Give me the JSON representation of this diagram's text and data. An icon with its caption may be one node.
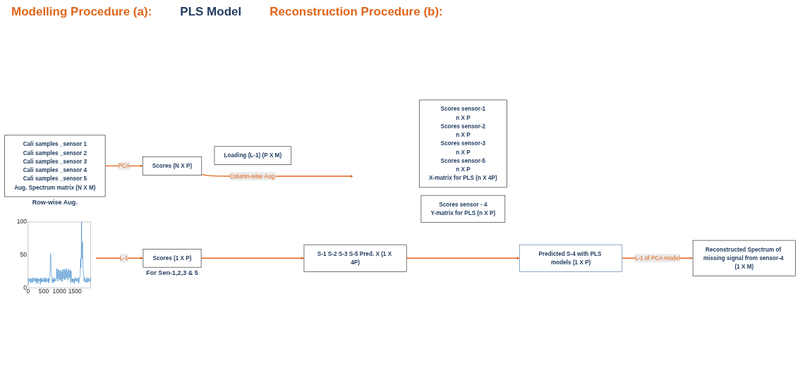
{
  "diagram": {
    "nodes": [
      {
        "text": [
          "Cali samples _sensor 1",
          "Cali samples _sensor 2",
          "Cali samples _sensor 3",
          "Cali samples _sensor 4",
          "Cali samples _sensor 5",
          "Aug. Spectrum matrix (N X M)"
        ],
        "beside": [
          "Row-wise Aug."
        ]
      },
      {
        "text": [
          "Scores (N X P)"
        ]
      },
      {
        "text": [
          "Loading (L-1) (P X M)"
        ]
      },
      {
        "text": [
          "Scores sensor-1",
          "n X P",
          "Scores sensor-2",
          "n X P",
          "Scores sensor-3",
          "n X P",
          "Scores sensor-5",
          "n X P",
          "X-matrix for PLS (n X 4P)"
        ]
      },
      {
        "text": [
          "Scores sensor - 4",
          "Y-matrix for PLS (n X P)"
        ]
      },
      {
        "text": [],
        "shape": "picture"
      },
      {
        "text": [
          "Scores (1 X P)"
        ],
        "beside": [
          "For Sen-1,2,3 & 5"
        ]
      },
      {
        "text": [
          "S-1 S-2 S-3 S-5 Pred. X (1 X 4P)"
        ]
      },
      {
        "text": [
          "Predicted S-4 with PLS models (1 X P)"
        ]
      },
      {
        "text": [
          "Reconstructed Spectrum of missing signal from sensor-4 (1 X M)"
        ]
      }
    ],
    "edges": [
      {
        "from": 0,
        "to": 1,
        "arrow": "to",
        "label": "PCA"
      },
      {
        "from": 1,
        "to": null,
        "arrow": "to",
        "label": "Column-wise Aug."
      },
      {
        "from": 5,
        "to": 6,
        "arrow": "to",
        "label": "L-1"
      },
      {
        "from": 6,
        "to": 7,
        "arrow": "to"
      },
      {
        "from": 7,
        "to": 8,
        "arrow": "to"
      },
      {
        "from": 8,
        "to": 9,
        "arrow": "to",
        "label": "L-1 of PCA model"
      }
    ],
    "labels": [
      "Modelling Procedure (a):",
      "PLS Model",
      "Reconstruction Procedure (b):",
      "100",
      "50",
      "0",
      "0",
      "500",
      "1000",
      "1500"
    ]
  }
}
